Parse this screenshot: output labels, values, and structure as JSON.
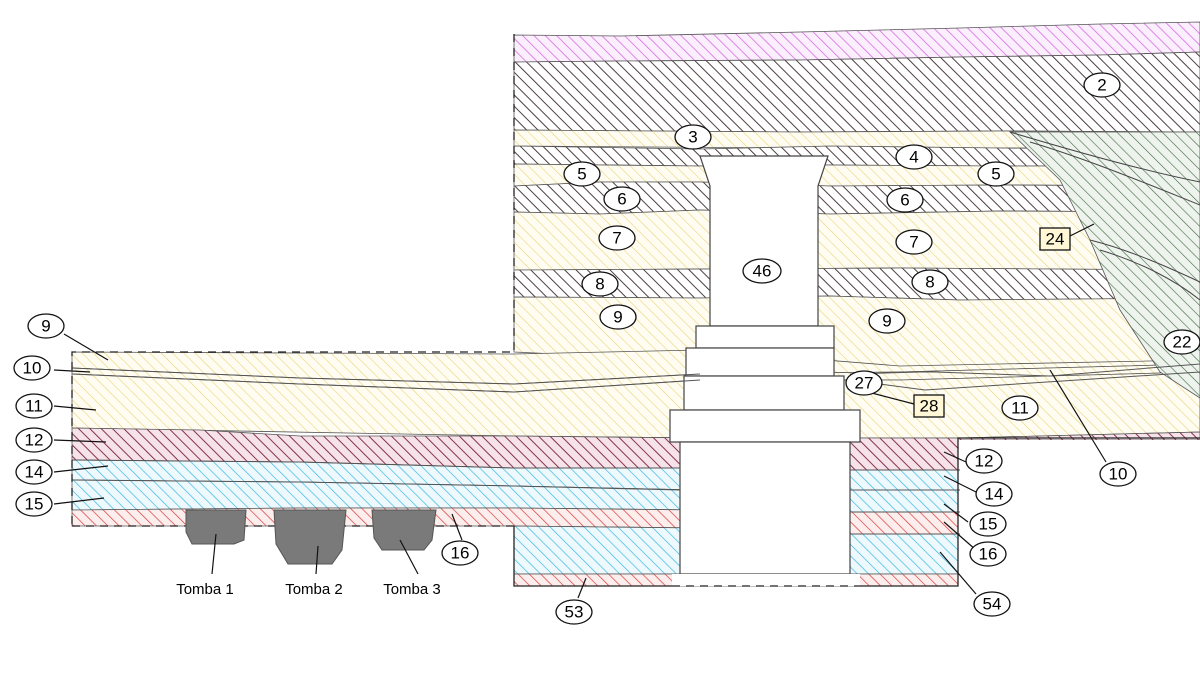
{
  "colors": {
    "purple": "#d66ee0",
    "dark": "#3a2a2a",
    "yellow": "#ecd27a",
    "maroon": "#7a1f3a",
    "cyan": "#3cb8e0",
    "red": "#d83a3a",
    "green": "#3d6b3d",
    "grey": "#6d6d6d",
    "line": "#444444"
  },
  "labels": {
    "l2": "2",
    "l3": "3",
    "l4": "4",
    "l5a": "5",
    "l5b": "5",
    "l6a": "6",
    "l6b": "6",
    "l7a": "7",
    "l7b": "7",
    "l8a": "8",
    "l8b": "8",
    "l9a": "9",
    "l9b": "9",
    "l9c": "9",
    "l10a": "10",
    "l10b": "10",
    "l11a": "11",
    "l11b": "11",
    "l12a": "12",
    "l12b": "12",
    "l14a": "14",
    "l14b": "14",
    "l15a": "15",
    "l15b": "15",
    "l16a": "16",
    "l16b": "16",
    "l22": "22",
    "l24": "24",
    "l27": "27",
    "l28": "28",
    "l46": "46",
    "l53": "53",
    "l54": "54"
  },
  "tombs": {
    "t1": "Tomba 1",
    "t2": "Tomba 2",
    "t3": "Tomba 3"
  }
}
